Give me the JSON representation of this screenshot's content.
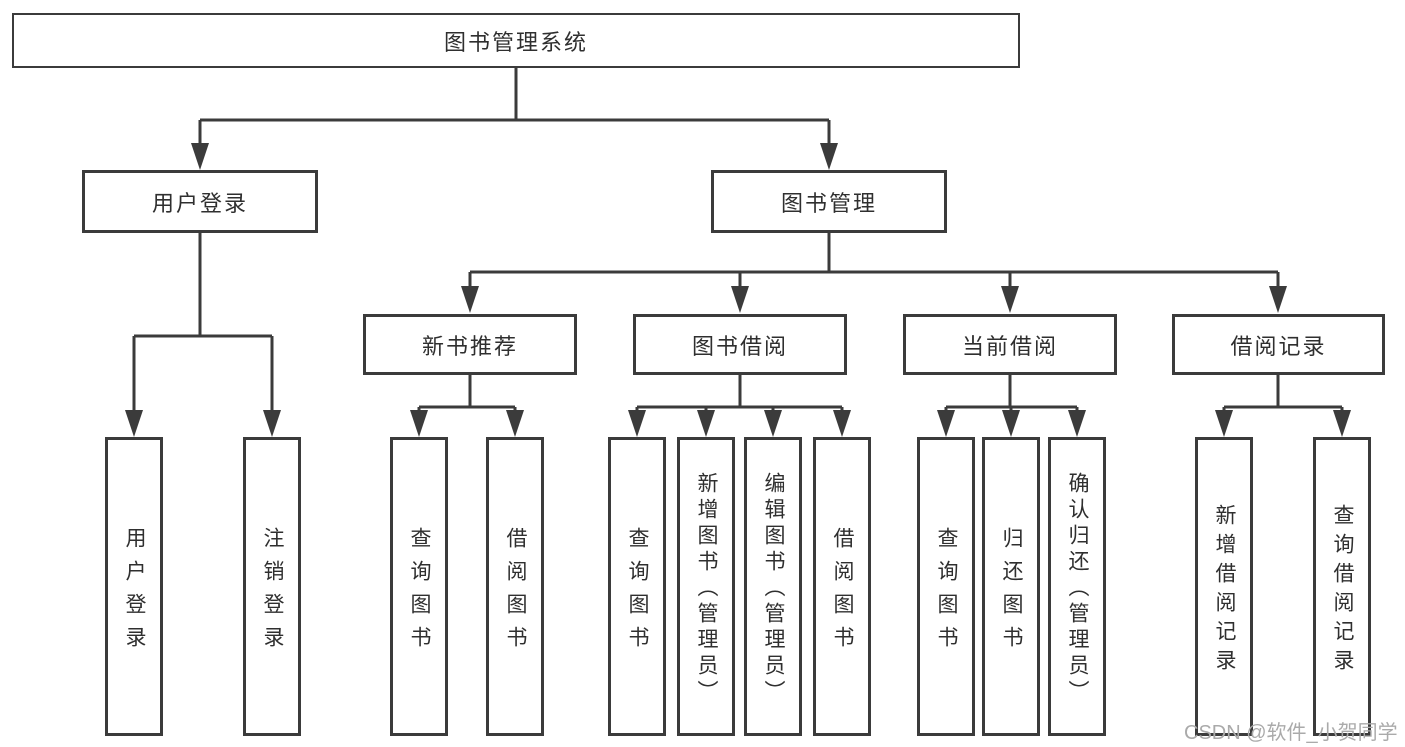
{
  "diagram": {
    "root": {
      "label": "图书管理系统"
    },
    "level2": [
      {
        "label": "用户登录"
      },
      {
        "label": "图书管理"
      }
    ],
    "level3": [
      {
        "label": "新书推荐"
      },
      {
        "label": "图书借阅"
      },
      {
        "label": "当前借阅"
      },
      {
        "label": "借阅记录"
      }
    ],
    "leaves": {
      "user_login": [
        {
          "label": "用户登录"
        },
        {
          "label": "注销登录"
        }
      ],
      "new_book": [
        {
          "label": "查询图书"
        },
        {
          "label": "借阅图书"
        }
      ],
      "book_borrow": [
        {
          "label": "查询图书"
        },
        {
          "label": "新增图书（管理员）"
        },
        {
          "label": "编辑图书（管理员）"
        },
        {
          "label": "借阅图书"
        }
      ],
      "current_borrow": [
        {
          "label": "查询图书"
        },
        {
          "label": "归还图书"
        },
        {
          "label": "确认归还（管理员）"
        }
      ],
      "borrow_record": [
        {
          "label": "新增借阅记录"
        },
        {
          "label": "查询借阅记录"
        }
      ]
    }
  },
  "watermark": {
    "text": "CSDN @软件_小贺同学"
  },
  "colors": {
    "line": "#3b3b3b",
    "text": "#2f2f2f",
    "watermark": "#aaaaaa",
    "background": "#ffffff"
  }
}
